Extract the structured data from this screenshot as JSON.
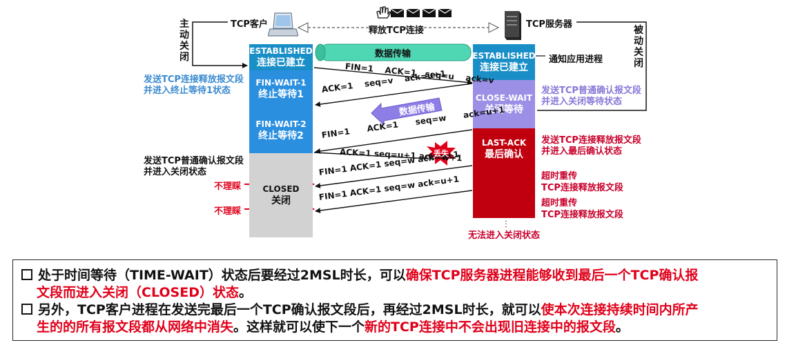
{
  "header": {
    "client_label": "TCP客户",
    "server_label": "TCP服务器",
    "release_label": "释放TCP连接",
    "active_close": "主动关闭",
    "passive_close": "被动关闭",
    "notify_app": "通知应用进程",
    "data_transfer_banner": "数据传输"
  },
  "client_states": [
    {
      "en": "ESTABLISHED",
      "zh": "连接已建立"
    },
    {
      "en": "FIN-WAIT-1",
      "zh": "终止等待1"
    },
    {
      "en": "FIN-WAIT-2",
      "zh": "终止等待2"
    },
    {
      "en": "CLOSED",
      "zh": "关闭"
    }
  ],
  "server_states": [
    {
      "en": "ESTABLISHED",
      "zh": "连接已建立"
    },
    {
      "en": "CLOSE-WAIT",
      "zh": "关闭等待"
    },
    {
      "en": "LAST-ACK",
      "zh": "最后确认"
    }
  ],
  "messages": [
    "FIN=1    ACK=1   seq=u    ack=v",
    "ACK=1    seq=v    ack=u+1",
    "数据传输",
    "FIN=1      ACK=1      seq=w      ack=u+1",
    "ACK=1 seq=u+1 ack=w+1",
    "FIN=1 ACK=1 seq=w ack=u+1",
    "FIN=1 ACK=1 seq=w ack=u+1"
  ],
  "lost_label": "丢失",
  "client_notes": {
    "send_fin_1": "发送TCP连接释放报文段",
    "send_fin_2": "并进入终止等待1状态",
    "send_ack_1": "发送TCP普通确认报文段",
    "send_ack_2": "并进入关闭状态",
    "ignore": "不理睬"
  },
  "server_notes": {
    "close_wait_1": "发送TCP普通确认报文段",
    "close_wait_2": "并进入关闭等待状态",
    "last_ack_1": "发送TCP连接释放报文段",
    "last_ack_2": "并进入最后确认状态",
    "timeout": "超时重传",
    "retransmit": "TCP连接释放报文段",
    "cannot_close": "无法进入关闭状态"
  },
  "notes": {
    "line1_a": "处于时间等待（TIME-WAIT）状态后要经过2MSL时长，可以",
    "line1_b": "确保TCP服务器进程能够收到最后一个TCP确认报",
    "line2_a": "文段而进入关闭（CLOSED）状态",
    "line2_b": "。",
    "line3_a": "另外，TCP客户进程在发送完最后一个TCP确认报文段后，再经过2MSL时长，就可以",
    "line3_b": "使本次连接持续时间内所产",
    "line4_a": "生的的所有报文段都从网络中消失",
    "line4_b": "。这样就可以使下一个",
    "line4_c": "新的TCP连接中不会出现旧连接中的报文段",
    "line4_d": "。"
  },
  "colors": {
    "established": "#1a8fc7",
    "fin_wait": "#2b8fe0",
    "closed_box": "#d2d2d2",
    "close_wait": "#9b8fe6",
    "last_ack": "#c0000f",
    "data_banner": "#4fd7b4",
    "data_arrow": "#8d7ee6",
    "emphasis": "#e0001a"
  }
}
